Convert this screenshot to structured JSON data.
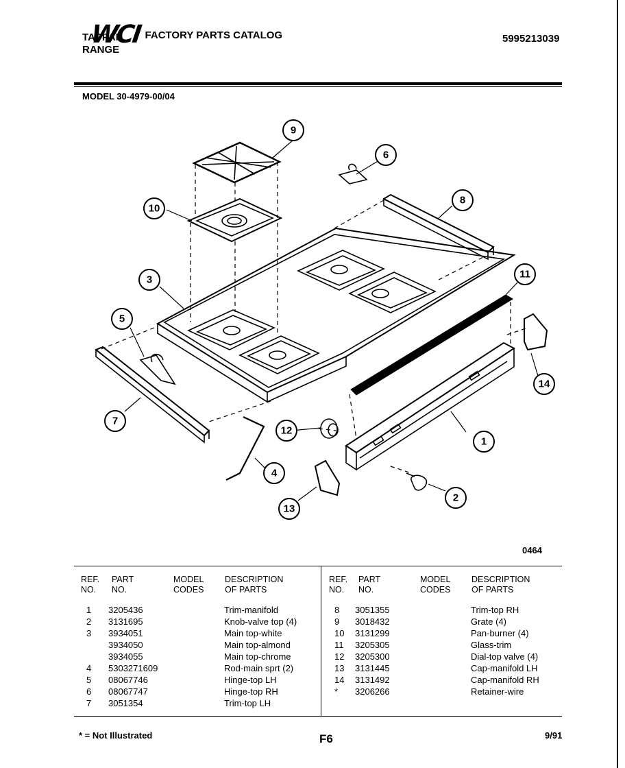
{
  "header": {
    "brand_line1": "TAPPAN",
    "brand_line2": "RANGE",
    "logo": "WCI",
    "catalog_title": "FACTORY PARTS CATALOG",
    "catalog_number": "5995213039",
    "model": "MODEL 30-4979-00/04"
  },
  "diagram": {
    "drawing_code": "0464",
    "callouts": [
      "1",
      "2",
      "3",
      "4",
      "5",
      "6",
      "7",
      "8",
      "9",
      "10",
      "11",
      "12",
      "13",
      "14"
    ]
  },
  "table": {
    "headers": {
      "ref": [
        "REF.",
        "NO."
      ],
      "part": [
        "PART",
        "NO."
      ],
      "model": [
        "MODEL",
        "CODES"
      ],
      "desc": [
        "DESCRIPTION",
        "OF PARTS"
      ]
    },
    "left": [
      {
        "ref": "1",
        "part": "3205436",
        "model": "",
        "desc": "Trim-manifold"
      },
      {
        "ref": "2",
        "part": "3131695",
        "model": "",
        "desc": "Knob-valve top (4)"
      },
      {
        "ref": "3",
        "part": "3934051",
        "model": "",
        "desc": "Main top-white"
      },
      {
        "ref": "",
        "part": "3934050",
        "model": "",
        "desc": "Main top-almond"
      },
      {
        "ref": "",
        "part": "3934055",
        "model": "",
        "desc": "Main top-chrome"
      },
      {
        "ref": "4",
        "part": "5303271609",
        "model": "",
        "desc": "Rod-main sprt (2)"
      },
      {
        "ref": "5",
        "part": "08067746",
        "model": "",
        "desc": "Hinge-top LH"
      },
      {
        "ref": "6",
        "part": "08067747",
        "model": "",
        "desc": "Hinge-top RH"
      },
      {
        "ref": "7",
        "part": "3051354",
        "model": "",
        "desc": "Trim-top LH"
      }
    ],
    "right": [
      {
        "ref": "8",
        "part": "3051355",
        "model": "",
        "desc": "Trim-top RH"
      },
      {
        "ref": "9",
        "part": "3018432",
        "model": "",
        "desc": "Grate (4)"
      },
      {
        "ref": "10",
        "part": "3131299",
        "model": "",
        "desc": "Pan-burner (4)"
      },
      {
        "ref": "11",
        "part": "3205305",
        "model": "",
        "desc": "Glass-trim"
      },
      {
        "ref": "12",
        "part": "3205300",
        "model": "",
        "desc": "Dial-top valve (4)"
      },
      {
        "ref": "13",
        "part": "3131445",
        "model": "",
        "desc": "Cap-manifold  LH"
      },
      {
        "ref": "14",
        "part": "3131492",
        "model": "",
        "desc": "Cap-manifold RH"
      },
      {
        "ref": "*",
        "part": "3206266",
        "model": "",
        "desc": "Retainer-wire"
      }
    ]
  },
  "footer": {
    "note": "* = Not Illustrated",
    "page": "F6",
    "date": "9/91"
  }
}
